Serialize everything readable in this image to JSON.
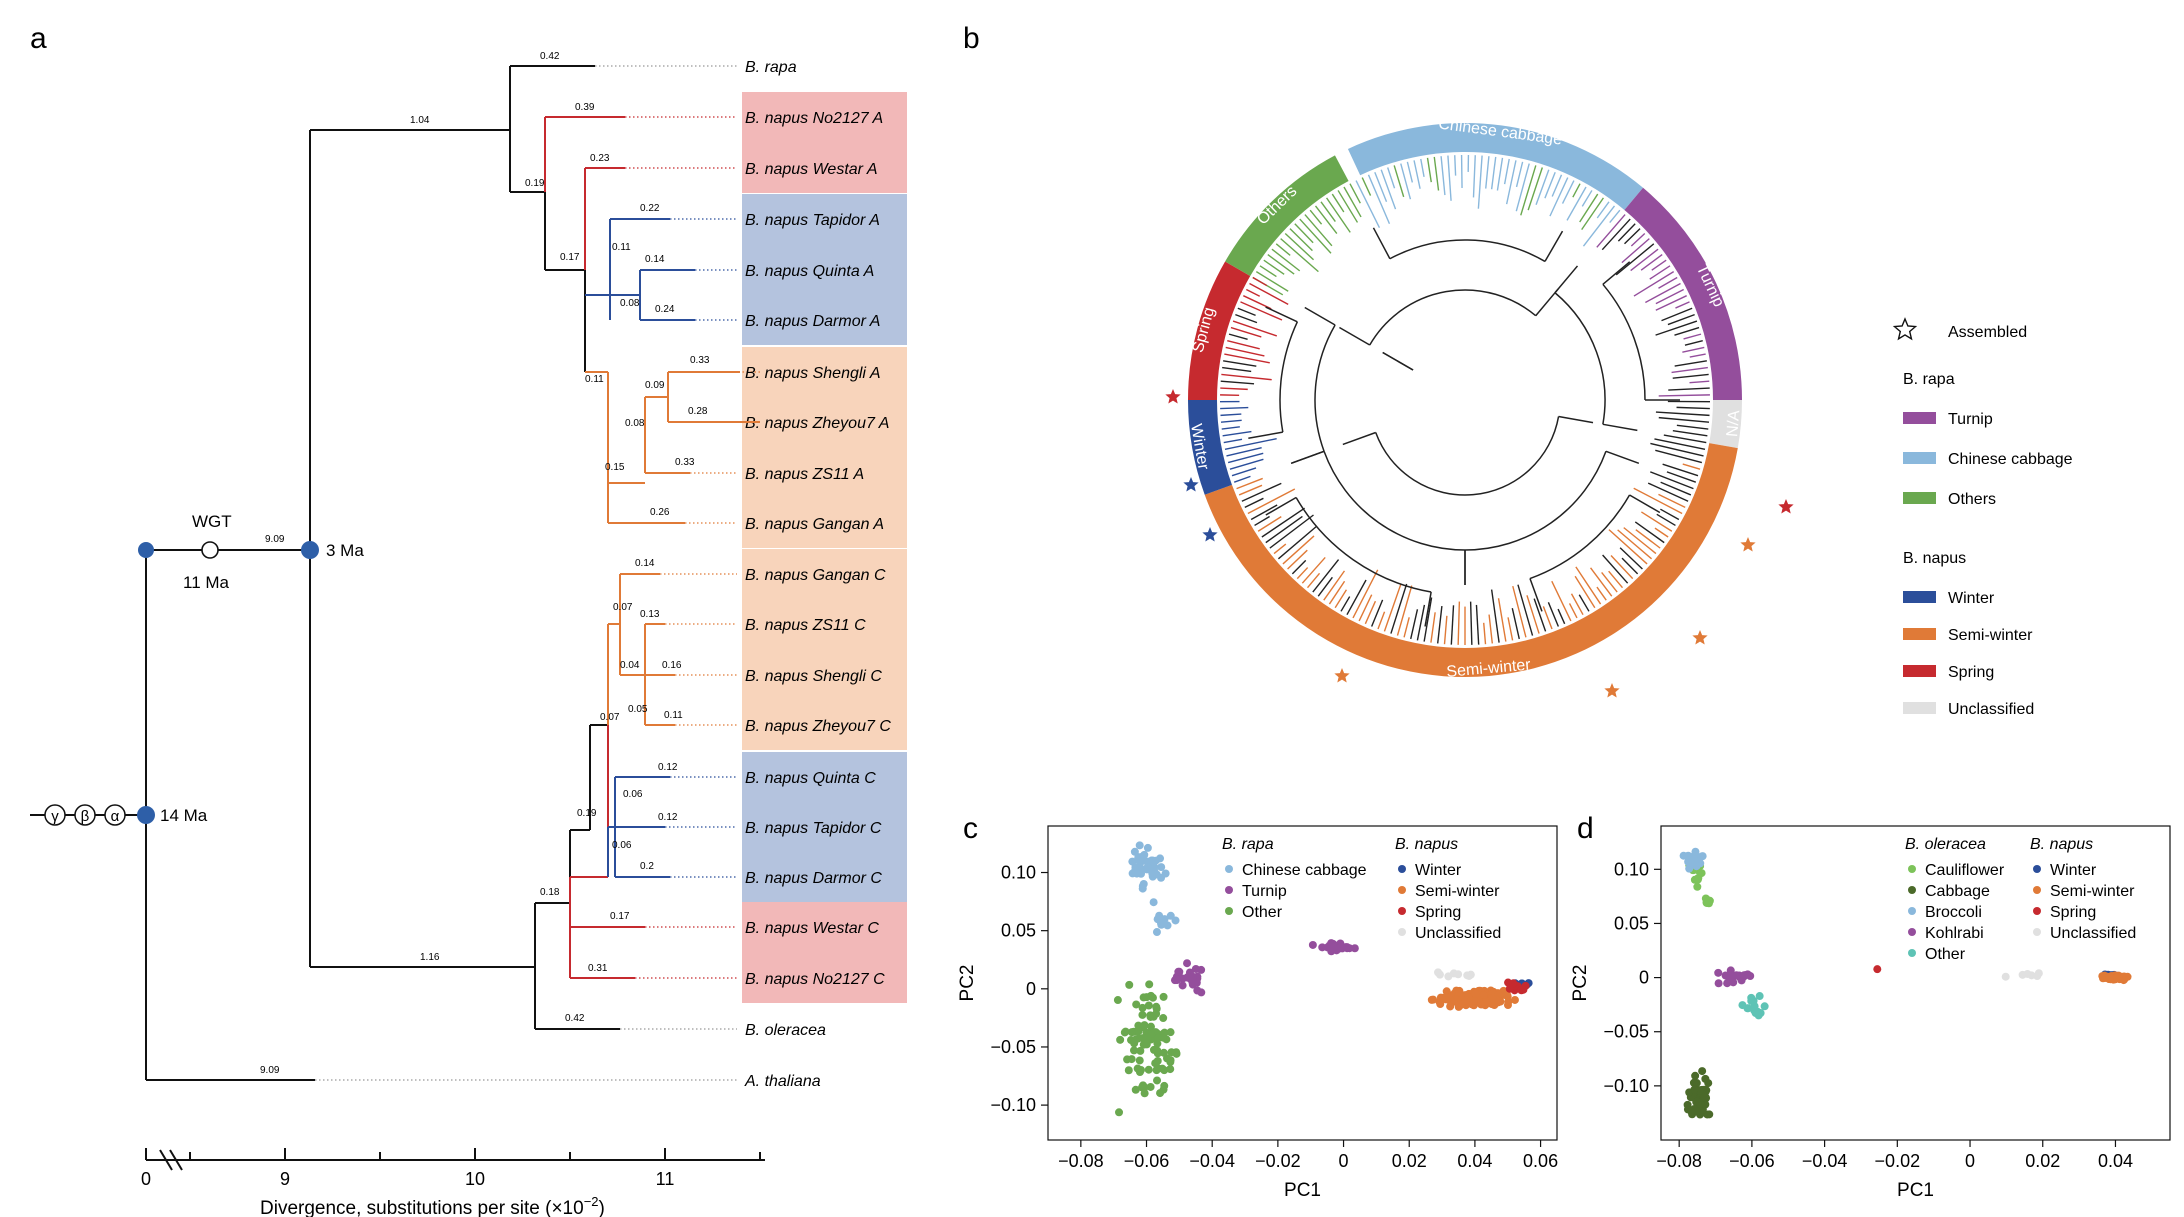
{
  "colors": {
    "red": "#c62a2f",
    "blue": "#2b4e9a",
    "orange": "#e07a37",
    "pink_bg": "#f2b8b8",
    "blue_bg": "#b4c3de",
    "orange_bg": "#f8d4bb",
    "turnip": "#944e9c",
    "chinese_cabbage": "#8ab8dc",
    "others": "#6aa84f",
    "unclassified": "#e0e0e0",
    "winter": "#2b4e9a",
    "semi_winter": "#e07a37",
    "spring": "#c62a2f",
    "node": "#2e5fa8",
    "cauliflower": "#7dc35a",
    "cabbage": "#4b6a2a",
    "broccoli": "#8ab8dc",
    "kohlrabi": "#944e9c",
    "other_olr": "#5ec3b5"
  },
  "panel_a": {
    "label": "a",
    "leaves": [
      {
        "genus": "B.",
        "name": "rapa",
        "acc": "",
        "group": "none"
      },
      {
        "genus": "B.",
        "name": "napus",
        "acc": "No2127 A",
        "group": "red"
      },
      {
        "genus": "B.",
        "name": "napus",
        "acc": "Westar A",
        "group": "red"
      },
      {
        "genus": "B.",
        "name": "napus",
        "acc": "Tapidor A",
        "group": "blue"
      },
      {
        "genus": "B.",
        "name": "napus",
        "acc": "Quinta A",
        "group": "blue"
      },
      {
        "genus": "B.",
        "name": "napus",
        "acc": "Darmor A",
        "group": "blue"
      },
      {
        "genus": "B.",
        "name": "napus",
        "acc": "Shengli A",
        "group": "orange"
      },
      {
        "genus": "B.",
        "name": "napus",
        "acc": "Zheyou7 A",
        "group": "orange"
      },
      {
        "genus": "B.",
        "name": "napus",
        "acc": "ZS11 A",
        "group": "orange"
      },
      {
        "genus": "B.",
        "name": "napus",
        "acc": "Gangan A",
        "group": "orange"
      },
      {
        "genus": "B.",
        "name": "napus",
        "acc": "Gangan C",
        "group": "orange"
      },
      {
        "genus": "B.",
        "name": "napus",
        "acc": "ZS11 C",
        "group": "orange"
      },
      {
        "genus": "B.",
        "name": "napus",
        "acc": "Shengli C",
        "group": "orange"
      },
      {
        "genus": "B.",
        "name": "napus",
        "acc": "Zheyou7 C",
        "group": "orange"
      },
      {
        "genus": "B.",
        "name": "napus",
        "acc": "Quinta C",
        "group": "blue"
      },
      {
        "genus": "B.",
        "name": "napus",
        "acc": "Tapidor C",
        "group": "blue"
      },
      {
        "genus": "B.",
        "name": "napus",
        "acc": "Darmor C",
        "group": "blue"
      },
      {
        "genus": "B.",
        "name": "napus",
        "acc": "Westar C",
        "group": "red"
      },
      {
        "genus": "B.",
        "name": "napus",
        "acc": "No2127 C",
        "group": "red"
      },
      {
        "genus": "B.",
        "name": "oleracea",
        "acc": "",
        "group": "none"
      },
      {
        "genus": "A.",
        "name": "thaliana",
        "acc": "",
        "group": "none"
      }
    ],
    "branch_lengths": [
      "0.42",
      "1.04",
      "0.39",
      "0.19",
      "0.23",
      "0.17",
      "0.22",
      "0.11",
      "0.14",
      "0.08",
      "0.24",
      "0.11",
      "0.33",
      "0.09",
      "0.28",
      "0.08",
      "0.33",
      "0.15",
      "0.26",
      "9.09",
      "0.14",
      "0.07",
      "0.13",
      "0.04",
      "0.16",
      "0.05",
      "0.11",
      "0.07",
      "0.12",
      "0.06",
      "0.12",
      "0.06",
      "0.2",
      "0.19",
      "0.17",
      "0.18",
      "0.31",
      "1.16",
      "0.42",
      "9.09"
    ],
    "node_labels": {
      "wgt": "WGT",
      "wgt_age": "11 Ma",
      "n1": "3 Ma",
      "n2": "14 Ma",
      "greek": [
        "γ",
        "β",
        "α"
      ]
    },
    "axis": {
      "ticks": [
        "0",
        "9",
        "10",
        "11"
      ],
      "xlabel": "Divergence, substitutions per site (×10",
      "xlabel_exp": "−2",
      "xlabel_end": ")"
    }
  },
  "panel_b": {
    "label": "b",
    "ring": {
      "chinese_cabbage": "Chinese cabbage",
      "turnip": "Turnip",
      "unclassified": "N/A",
      "semi_winter": "Semi-winter",
      "winter": "Winter",
      "spring": "Spring",
      "others": "Others"
    },
    "legend": {
      "assembled": "Assembled",
      "rapa_title": "B. rapa",
      "rapa_items": [
        "Turnip",
        "Chinese cabbage",
        "Others"
      ],
      "napus_title": "B. napus",
      "napus_items": [
        "Winter",
        "Semi-winter",
        "Spring",
        "Unclassified"
      ]
    }
  },
  "panel_c": {
    "label": "c",
    "legend": {
      "rapa_title": "B. rapa",
      "rapa_items": [
        "Chinese cabbage",
        "Turnip",
        "Other"
      ],
      "napus_title": "B. napus",
      "napus_items": [
        "Winter",
        "Semi-winter",
        "Spring",
        "Unclassified"
      ]
    }
  },
  "panel_d": {
    "label": "d",
    "legend": {
      "olr_title": "B. oleracea",
      "olr_items": [
        "Cauliflower",
        "Cabbage",
        "Broccoli",
        "Kohlrabi",
        "Other"
      ],
      "napus_title": "B. napus",
      "napus_items": [
        "Winter",
        "Semi-winter",
        "Spring",
        "Unclassified"
      ]
    }
  },
  "chart_data": [
    {
      "type": "scatter",
      "xlabel": "PC1",
      "ylabel": "PC2",
      "xlim": [
        -0.09,
        0.065
      ],
      "ylim": [
        -0.13,
        0.14
      ],
      "xticks": [
        -0.08,
        -0.06,
        -0.04,
        -0.02,
        0,
        0.02,
        0.04,
        0.06
      ],
      "xtick_labels": [
        "−0.08",
        "−0.06",
        "−0.04",
        "−0.02",
        "0",
        "0.02",
        "0.04",
        "0.06"
      ],
      "yticks": [
        -0.1,
        -0.05,
        0,
        0.05,
        0.1
      ],
      "ytick_labels": [
        "−0.10",
        "−0.05",
        "0",
        "0.05",
        "0.10"
      ],
      "grid": false,
      "series": [
        {
          "name": "Chinese cabbage",
          "clusters": [
            [
              -0.06,
              0.105,
              0.008,
              0.025,
              40
            ],
            [
              -0.055,
              0.06,
              0.006,
              0.015,
              10
            ]
          ]
        },
        {
          "name": "Turnip",
          "clusters": [
            [
              -0.003,
              0.036,
              0.01,
              0.005,
              28
            ],
            [
              -0.048,
              0.01,
              0.008,
              0.02,
              25
            ]
          ]
        },
        {
          "name": "Other",
          "clusters": [
            [
              -0.06,
              -0.04,
              0.012,
              0.07,
              90
            ]
          ]
        },
        {
          "name": "Winter",
          "clusters": [
            [
              0.054,
              0.004,
              0.003,
              0.002,
              10
            ]
          ]
        },
        {
          "name": "Semi-winter",
          "clusters": [
            [
              0.04,
              -0.008,
              0.015,
              0.009,
              180
            ]
          ]
        },
        {
          "name": "Spring",
          "clusters": [
            [
              0.052,
              0.002,
              0.004,
              0.006,
              12
            ]
          ]
        },
        {
          "name": "Unclassified",
          "clusters": [
            [
              0.035,
              0.012,
              0.01,
              0.004,
              8
            ]
          ]
        }
      ]
    },
    {
      "type": "scatter",
      "xlabel": "PC1",
      "ylabel": "PC2",
      "xlim": [
        -0.085,
        0.055
      ],
      "ylim": [
        -0.15,
        0.14
      ],
      "xticks": [
        -0.08,
        -0.06,
        -0.04,
        -0.02,
        0,
        0.02,
        0.04
      ],
      "xtick_labels": [
        "−0.08",
        "−0.06",
        "−0.04",
        "−0.02",
        "0",
        "0.02",
        "0.04"
      ],
      "yticks": [
        -0.1,
        -0.05,
        0,
        0.05,
        0.1
      ],
      "ytick_labels": [
        "−0.10",
        "−0.05",
        "0",
        "0.05",
        "0.10"
      ],
      "grid": false,
      "series": [
        {
          "name": "Cauliflower",
          "clusters": [
            [
              -0.076,
              0.1,
              0.003,
              0.02,
              18
            ],
            [
              -0.072,
              0.07,
              0.002,
              0.008,
              6
            ]
          ]
        },
        {
          "name": "Cabbage",
          "clusters": [
            [
              -0.074,
              -0.11,
              0.005,
              0.03,
              50
            ]
          ]
        },
        {
          "name": "Broccoli",
          "clusters": [
            [
              -0.076,
              0.11,
              0.004,
              0.012,
              20
            ]
          ]
        },
        {
          "name": "Kohlrabi",
          "clusters": [
            [
              -0.065,
              0.0,
              0.006,
              0.01,
              20
            ]
          ]
        },
        {
          "name": "Other",
          "clusters": [
            [
              -0.06,
              -0.025,
              0.005,
              0.015,
              14
            ]
          ]
        },
        {
          "name": "Winter",
          "clusters": [
            [
              0.039,
              0.002,
              0.003,
              0.002,
              12
            ]
          ]
        },
        {
          "name": "Semi-winter",
          "clusters": [
            [
              0.04,
              0.0,
              0.005,
              0.003,
              60
            ]
          ]
        },
        {
          "name": "Spring",
          "clusters": [
            [
              -0.026,
              0.008,
              0.001,
              0.002,
              1
            ]
          ]
        },
        {
          "name": "Unclassified",
          "clusters": [
            [
              0.015,
              0.002,
              0.012,
              0.003,
              6
            ]
          ]
        }
      ]
    }
  ]
}
